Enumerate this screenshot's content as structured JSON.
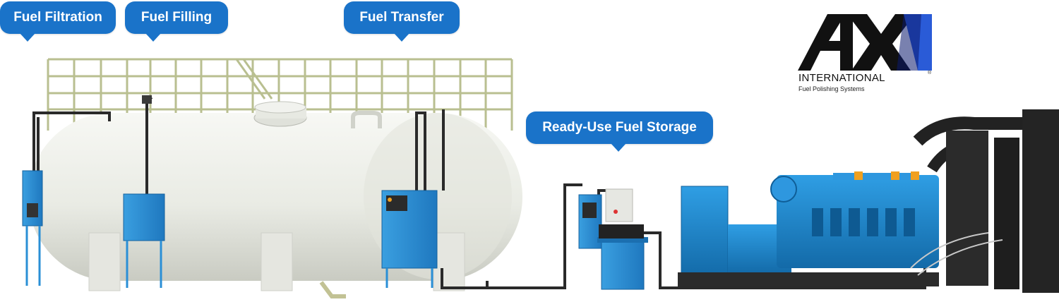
{
  "callouts": {
    "fuel_filtration": "Fuel Filtration",
    "fuel_filling": "Fuel Filling",
    "fuel_transfer": "Fuel Transfer",
    "ready_use_storage": "Ready-Use Fuel Storage"
  },
  "logo": {
    "mark": "AXI",
    "international": "INTERNATIONAL",
    "tagline": "Fuel Polishing Systems",
    "registered": "®"
  },
  "colors": {
    "callout_bg": "#1a73c9",
    "equipment_blue": "#2a8fd6",
    "tank_white": "#eceee6",
    "railing": "#b9bf90",
    "pipe": "#2a2a2a"
  }
}
